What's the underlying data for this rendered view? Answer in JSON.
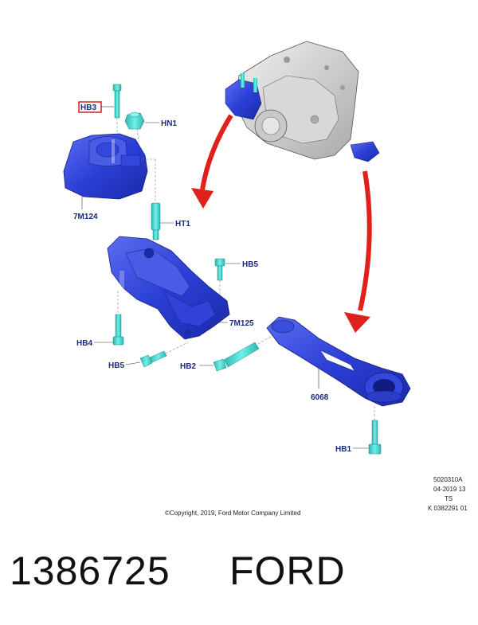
{
  "callouts": {
    "hb3": "HB3",
    "hn1": "HN1",
    "m7_124": "7M124",
    "ht1": "HT1",
    "hb5_top": "HB5",
    "m7_125": "7M125",
    "hb4": "HB4",
    "hb5_bottom": "HB5",
    "hb2": "HB2",
    "p6068": "6068",
    "hb1": "HB1"
  },
  "reference": {
    "line1": "5020310A",
    "line2": "04-2019 13",
    "line3": "TS",
    "line4": "K 0382291 01"
  },
  "copyright": "©Copyright, 2019, Ford Motor Company Limited",
  "footer": {
    "part_number": "1386725",
    "brand": "FORD"
  },
  "colors": {
    "part_blue": "#2b3fd6",
    "fastener_cyan": "#3fd6cf",
    "arrow_red": "#e0201a",
    "highlight_red": "#d42020"
  }
}
